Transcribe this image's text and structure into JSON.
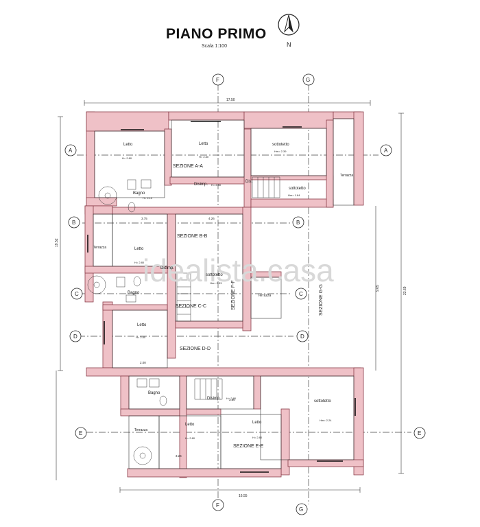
{
  "title": "PIANO PRIMO",
  "scale": "Scala 1:100",
  "north": "N",
  "watermark": "idealista.casa",
  "section_markers": [
    "A",
    "B",
    "C",
    "D",
    "E",
    "F",
    "G"
  ],
  "sections": [
    "SEZIONE A-A",
    "SEZIONE B-B",
    "SEZIONE C-C",
    "SEZIONE D-D",
    "SEZIONE E-E",
    "SEZIONE F-F",
    "SEZIONE G-G"
  ],
  "rooms": {
    "letto_a1": "Letto",
    "letto_a1_h": "H= 2.80",
    "letto_a2": "Letto",
    "letto_a2_h": "H= 2.80",
    "sottotetto_a": "sottotetto",
    "sottotetto_a_h": "Hm= 2.39",
    "disimp_a": "Disimp.",
    "disimp_a_h": "H= 2.80",
    "dis_a": "Dis.",
    "sottotetto_a2": "sottotetto",
    "sottotetto_a2_h": "Hm= 1.84",
    "terrazza_a": "Terrazza",
    "bagno_a": "Bagno",
    "bagno_a_h": "H= 2.10",
    "terrazza_b": "Terrazza",
    "letto_b": "Letto",
    "letto_b_h": "H= 2.80",
    "disimp_b": "Disimp.",
    "sottotetto_b": "sottotetto",
    "sottotetto_b_h": "Hm= 2.33",
    "terrazza_c": "Terrazza",
    "bagno_c": "Bagno",
    "letto_d": "Letto",
    "letto_d_h": "H= 2.80",
    "bagno_e": "Bagno",
    "disimp_e": "Disimp.",
    "disimp_e_h": "H= 2.80",
    "sottotetto_e": "sottotetto",
    "sottotetto_e_h": "Hm= 2.24",
    "terrazza_e": "Terrazza",
    "letto_e1": "Letto",
    "letto_e1_h": "H= 2.80",
    "letto_e2": "Letto",
    "letto_e2_h": "H= 2.80"
  },
  "dimensions": {
    "top_total": "17.50",
    "bottom_total": "16.55",
    "left_height": "19.52",
    "right_height": "23.69",
    "right_mid": "9.65",
    "d375": "3.75",
    "d426": "4.26",
    "d200": "2.00",
    "d324": "3.24",
    "d380": "3.80"
  }
}
